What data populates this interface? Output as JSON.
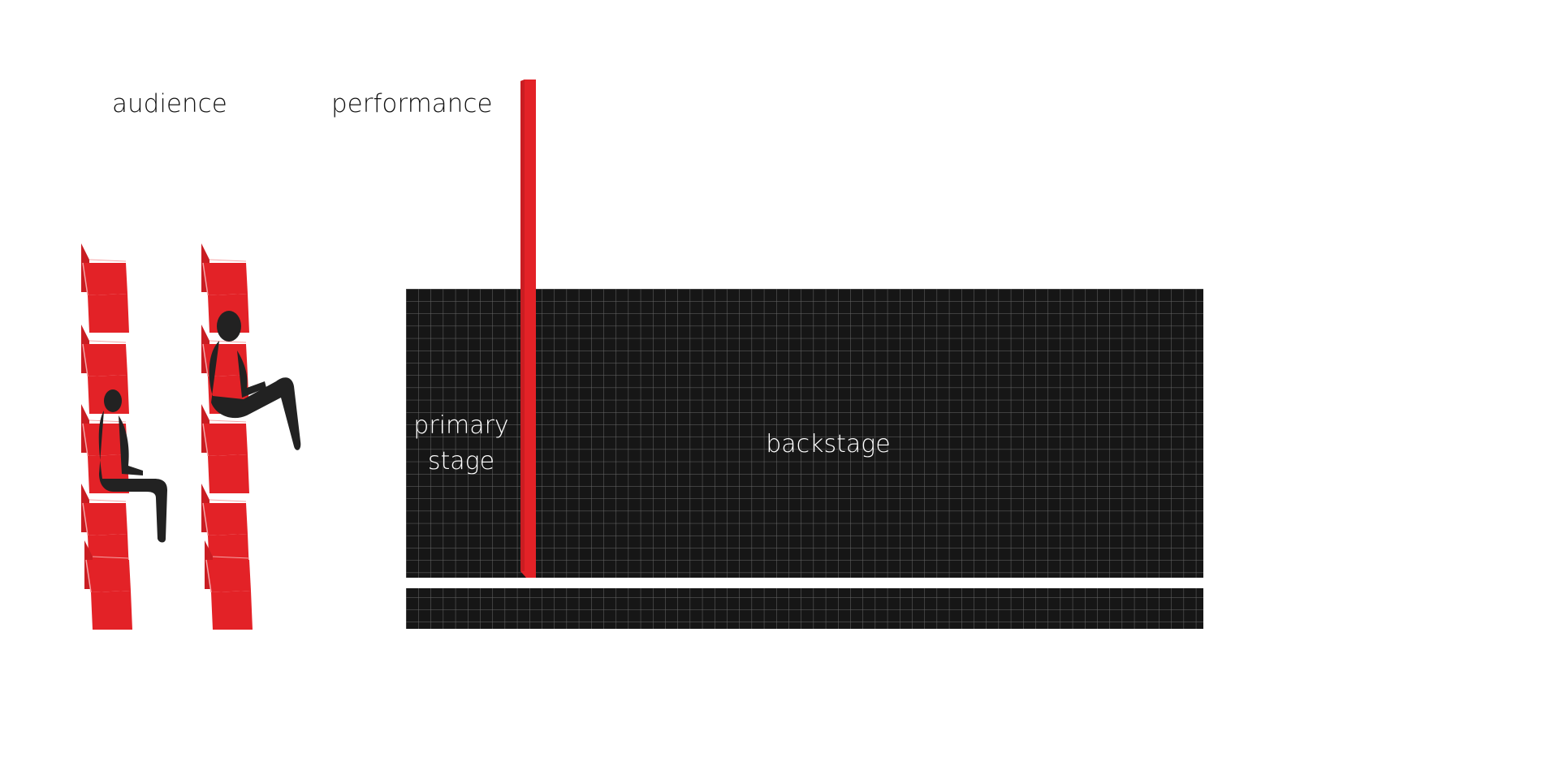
{
  "labels": {
    "audience": "audience",
    "performance": "performance",
    "primary_stage_line1": "primary",
    "primary_stage_line2": "stage",
    "backstage": "backstage"
  },
  "colors": {
    "background": "#ffffff",
    "seat_red": "#e32227",
    "stage_black": "#161616",
    "grid_line": "#6a6a6a",
    "figure_black": "#222222",
    "text_dark": "#111111",
    "text_light": "#ffffff"
  },
  "icons": {
    "seat": "theater-seat-icon",
    "person": "seated-person-icon",
    "curtain": "stage-curtain-wall"
  }
}
